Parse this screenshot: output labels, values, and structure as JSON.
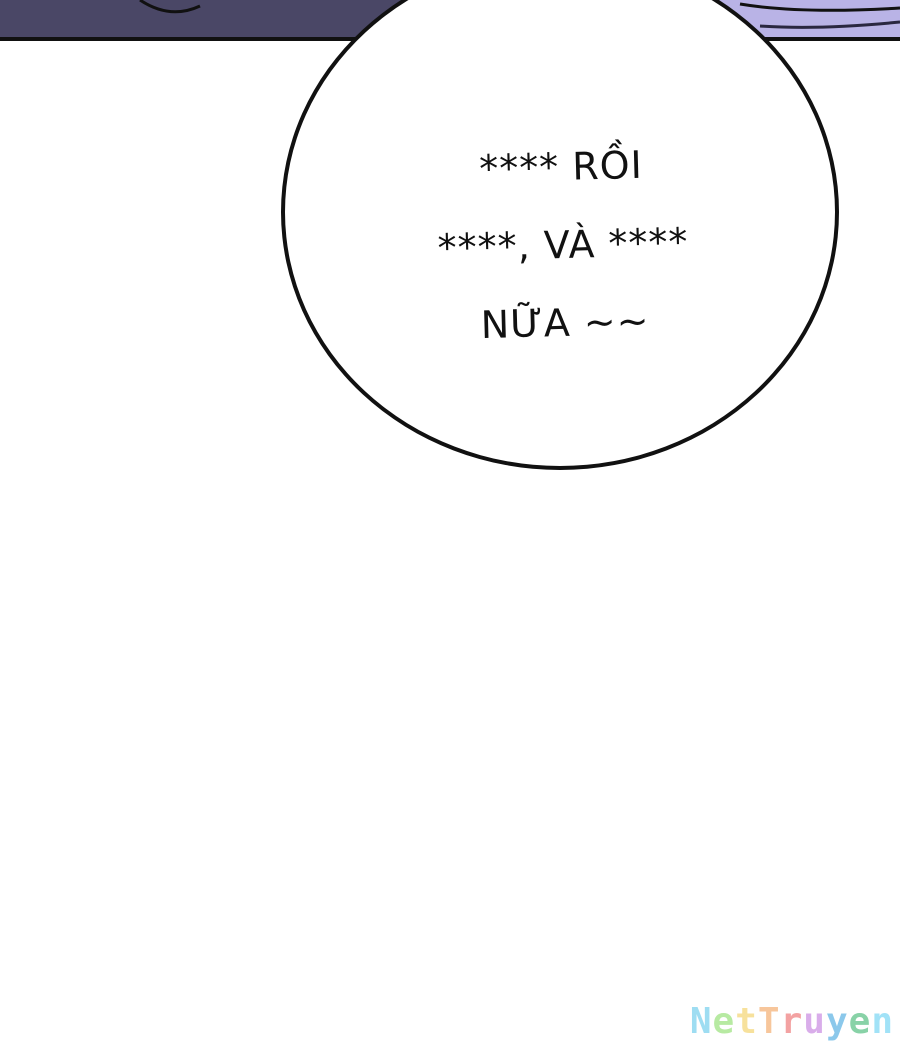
{
  "panel": {
    "top_colors": {
      "left": "#4a4766",
      "right": "#b9b3e6",
      "outline": "#111111"
    }
  },
  "bubble": {
    "lines": [
      "**** RỒI",
      "****, VÀ ****",
      "NỮA ~~"
    ],
    "text_color": "#111111",
    "border_color": "#111111"
  },
  "watermark": {
    "letters": [
      "N",
      "e",
      "t",
      "T",
      "r",
      "u",
      "y",
      "e",
      "n"
    ]
  }
}
